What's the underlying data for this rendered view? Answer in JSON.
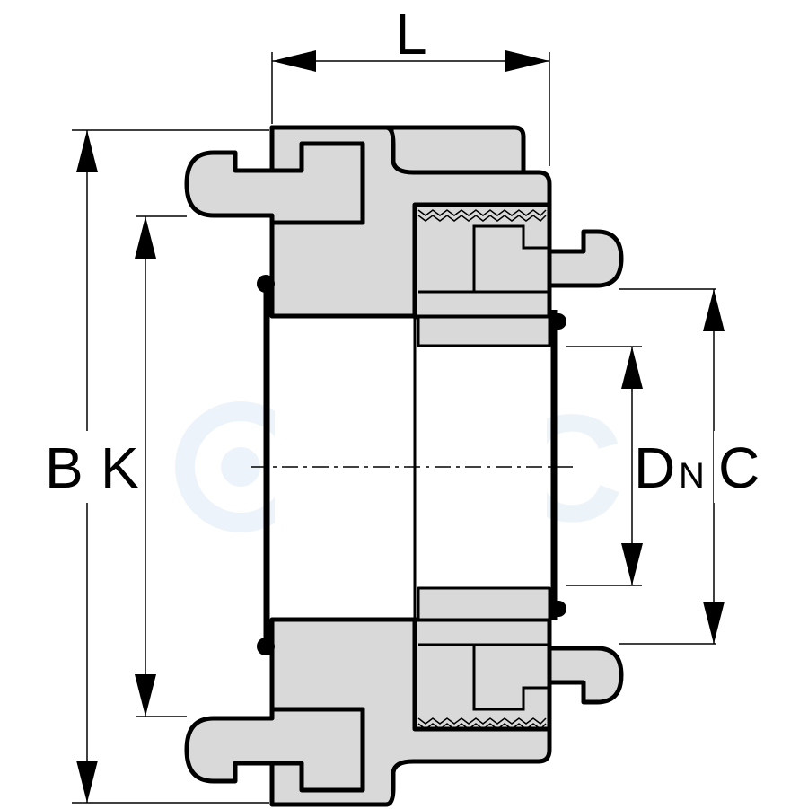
{
  "watermark": {
    "text": "HTC"
  },
  "dimensions": {
    "length": "L",
    "outer_diameter": "B",
    "bolt_circle": "K",
    "nominal_diameter": "D",
    "nominal_subscript": "N",
    "collar_diameter": "C"
  },
  "colors": {
    "fill": "#d9d9d9",
    "line": "#000000",
    "watermark": "#c9ddf0"
  }
}
